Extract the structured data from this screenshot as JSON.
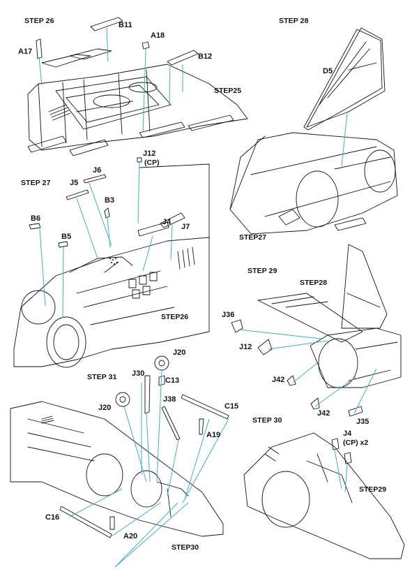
{
  "colors": {
    "ink": "#111111",
    "leader": "#3ab0c8",
    "paper": "#ffffff"
  },
  "steps": {
    "s26": "STEP 26",
    "s27": "STEP 27",
    "s28": "STEP 28",
    "s29": "STEP 29",
    "s30": "STEP 30",
    "s31": "STEP 31"
  },
  "refs": {
    "r25": "STEP25",
    "r27": "STEP27",
    "r26": "STEP26",
    "r28": "STEP28",
    "r30": "STEP30",
    "r29": "STEP29"
  },
  "parts": {
    "B11": "B11",
    "A17": "A17",
    "A18": "A18",
    "B12": "B12",
    "D5": "D5",
    "J12_s27": "J12",
    "J12_s27_cp": "(CP)",
    "J6": "J6",
    "J5": "J5",
    "B3": "B3",
    "B6": "B6",
    "B5": "B5",
    "J4_s27": "J4",
    "J7": "J7",
    "J36": "J36",
    "J12_s29": "J12",
    "J42_a": "J42",
    "J42_b": "J42",
    "J35": "J35",
    "J20_a": "J20",
    "J30": "J30",
    "C13": "C13",
    "J20_b": "J20",
    "J38": "J38",
    "C15": "C15",
    "A19": "A19",
    "C16": "C16",
    "A20": "A20",
    "J4_s30": "J4",
    "J4_s30_note": "(CP) x2"
  }
}
